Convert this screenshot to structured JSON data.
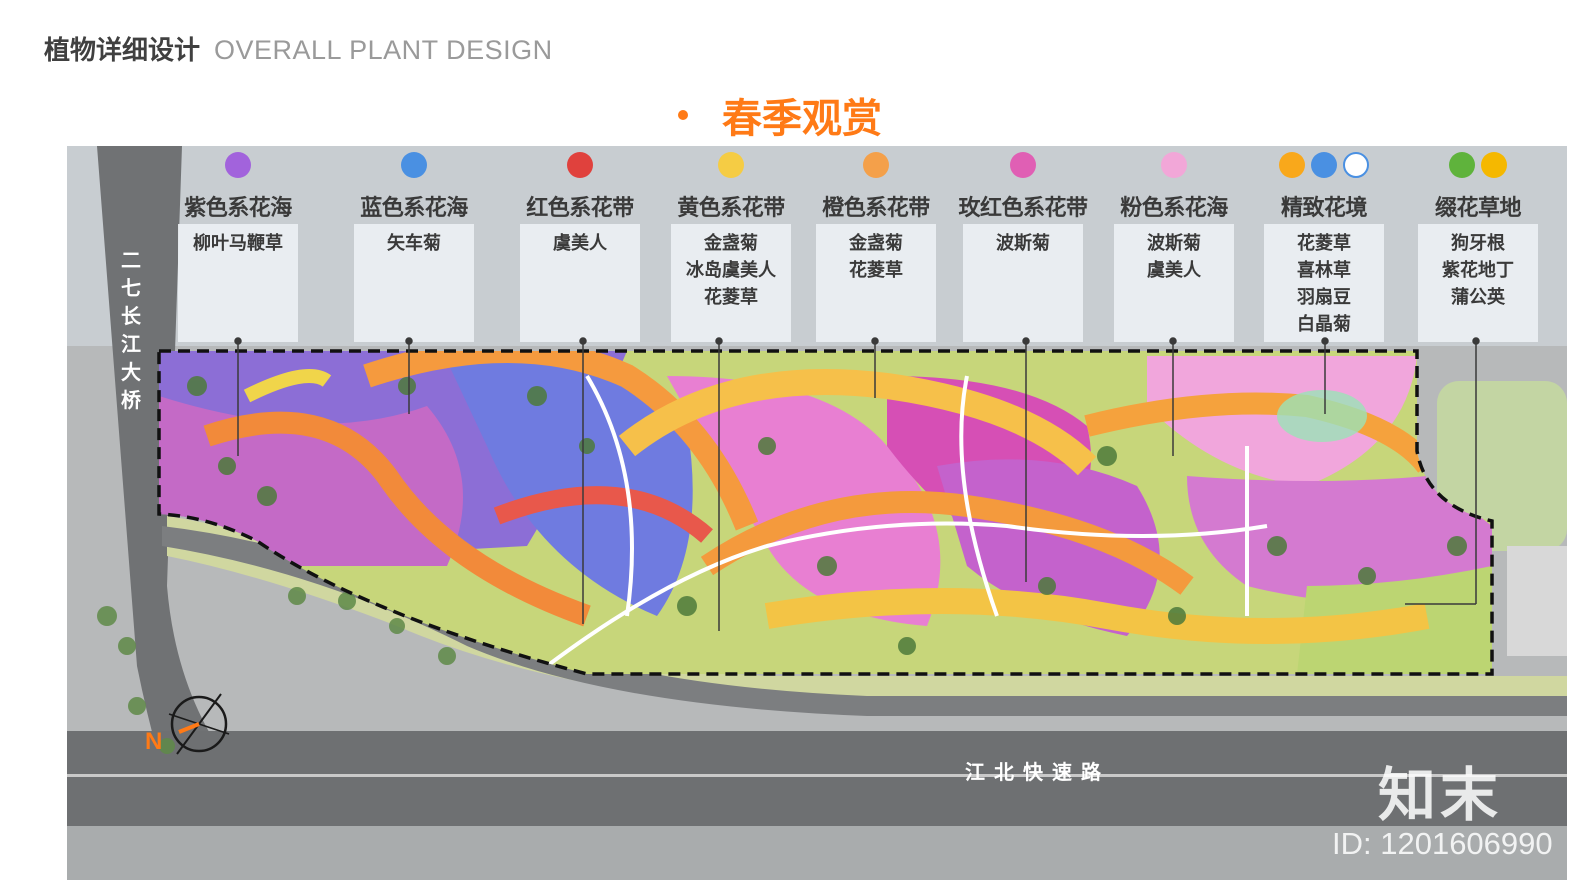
{
  "header": {
    "title_cn": "植物详细设计",
    "title_en": "OVERALL PLANT DESIGN"
  },
  "season": {
    "title": "春季观赏",
    "accent_color": "#ff7a16"
  },
  "legend": [
    {
      "name": "紫色系花海",
      "colors": [
        "#a263dc"
      ],
      "species": [
        "柳叶马鞭草"
      ]
    },
    {
      "name": "蓝色系花海",
      "colors": [
        "#4a90e2"
      ],
      "species": [
        "矢车菊"
      ]
    },
    {
      "name": "红色系花带",
      "colors": [
        "#e0413d"
      ],
      "species": [
        "虞美人"
      ]
    },
    {
      "name": "黄色系花带",
      "colors": [
        "#f5cc44"
      ],
      "species": [
        "金盏菊",
        "冰岛虞美人",
        "花菱草"
      ]
    },
    {
      "name": "橙色系花带",
      "colors": [
        "#f4a04a"
      ],
      "species": [
        "金盏菊",
        "花菱草"
      ]
    },
    {
      "name": "玫红色系花带",
      "colors": [
        "#e05fb4"
      ],
      "species": [
        "波斯菊"
      ]
    },
    {
      "name": "粉色系花海",
      "colors": [
        "#f2a7d8"
      ],
      "species": [
        "波斯菊",
        "虞美人"
      ]
    },
    {
      "name": "精致花境",
      "colors": [
        "#f9a81b",
        "#4a90e2",
        "#ffffff"
      ],
      "species": [
        "花菱草",
        "喜林草",
        "羽扇豆",
        "白晶菊"
      ]
    },
    {
      "name": "缀花草地",
      "colors": [
        "#5fb33c",
        "#f5b800"
      ],
      "species": [
        "狗牙根",
        "紫花地丁",
        "蒲公英"
      ]
    }
  ],
  "map": {
    "road_label": "江北快速路",
    "bridge_label": "二七长江大桥",
    "north_label": "N"
  },
  "watermark": {
    "logo": "知末",
    "id_text": "ID: 1201606990"
  }
}
